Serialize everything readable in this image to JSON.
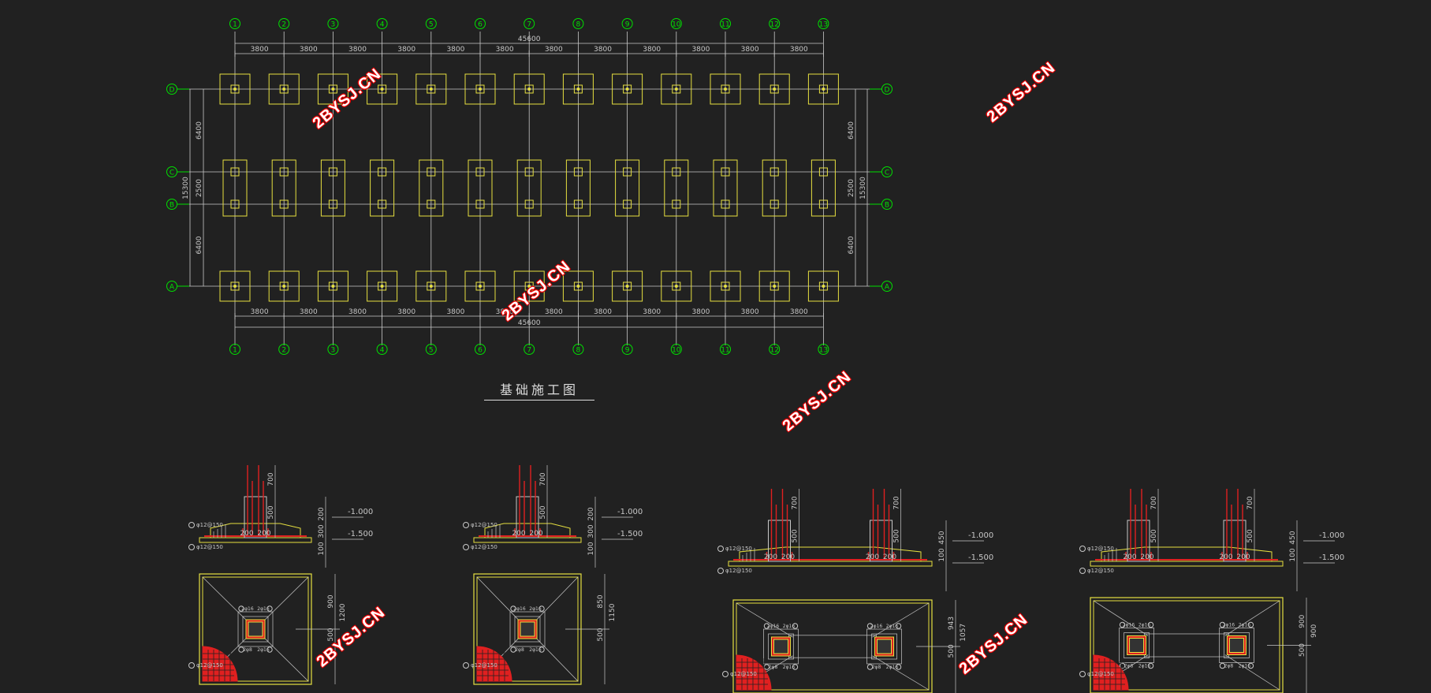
{
  "plan": {
    "title": "基础施工图",
    "column_axes": [
      "1",
      "2",
      "3",
      "4",
      "5",
      "6",
      "7",
      "8",
      "9",
      "10",
      "11",
      "12",
      "13"
    ],
    "row_axes": [
      "D",
      "C",
      "B",
      "A"
    ],
    "bay_span": "3800",
    "total_span": "45600",
    "row_spacings": [
      "6400",
      "2500",
      "6400"
    ],
    "total_depth": "15300"
  },
  "watermark": "2BYSJ.CN",
  "details": [
    {
      "elev_top": "-1.000",
      "elev_bot": "-1.500",
      "rebar_top": "φ12@150",
      "rebar_bot": "φ12@150",
      "dims_col": [
        "700",
        "500"
      ],
      "dims_side": [
        "200",
        "300",
        "100"
      ],
      "base": [
        "200",
        "200"
      ],
      "plan_dims": [
        "900",
        "500",
        "1200"
      ],
      "rebar_labels": [
        "2φ16",
        "2φ8",
        "2φ16",
        "2φ16"
      ]
    },
    {
      "elev_top": "-1.000",
      "elev_bot": "-1.500",
      "rebar_top": "φ12@150",
      "rebar_bot": "φ12@150",
      "dims_col": [
        "700",
        "500"
      ],
      "dims_side": [
        "200",
        "300",
        "100"
      ],
      "base": [
        "200",
        "200"
      ],
      "plan_dims": [
        "850",
        "500",
        "1150"
      ],
      "rebar_labels": [
        "2φ16",
        "2φ8",
        "2φ16",
        "2φ16"
      ]
    },
    {
      "elev_top": "-1.000",
      "elev_bot": "-1.500",
      "rebar_top": "φ12@150",
      "rebar_bot": "φ12@150",
      "dims_col": [
        "700",
        "500"
      ],
      "dims_side": [
        "450",
        "100"
      ],
      "base": [
        "200",
        "200"
      ],
      "plan_dims": [
        "943",
        "500",
        "1057"
      ],
      "rebar_labels": [
        "2φ16",
        "2φ8",
        "2φ16",
        "2φ16"
      ]
    },
    {
      "elev_top": "-1.000",
      "elev_bot": "-1.500",
      "rebar_top": "φ12@150",
      "rebar_bot": "φ12@150",
      "dims_col": [
        "700",
        "500"
      ],
      "dims_side": [
        "450",
        "100"
      ],
      "base": [
        "200",
        "200"
      ],
      "plan_dims": [
        "900",
        "500",
        "900"
      ],
      "rebar_labels": [
        "2φ16",
        "2φ8",
        "2φ16",
        "2φ16"
      ]
    }
  ],
  "colors": {
    "background": "#212121",
    "axis": "#00e000",
    "footing": "#e6e040",
    "dim": "#c8c8c8",
    "rebar": "#e02020",
    "watermark": "#ffffff"
  }
}
